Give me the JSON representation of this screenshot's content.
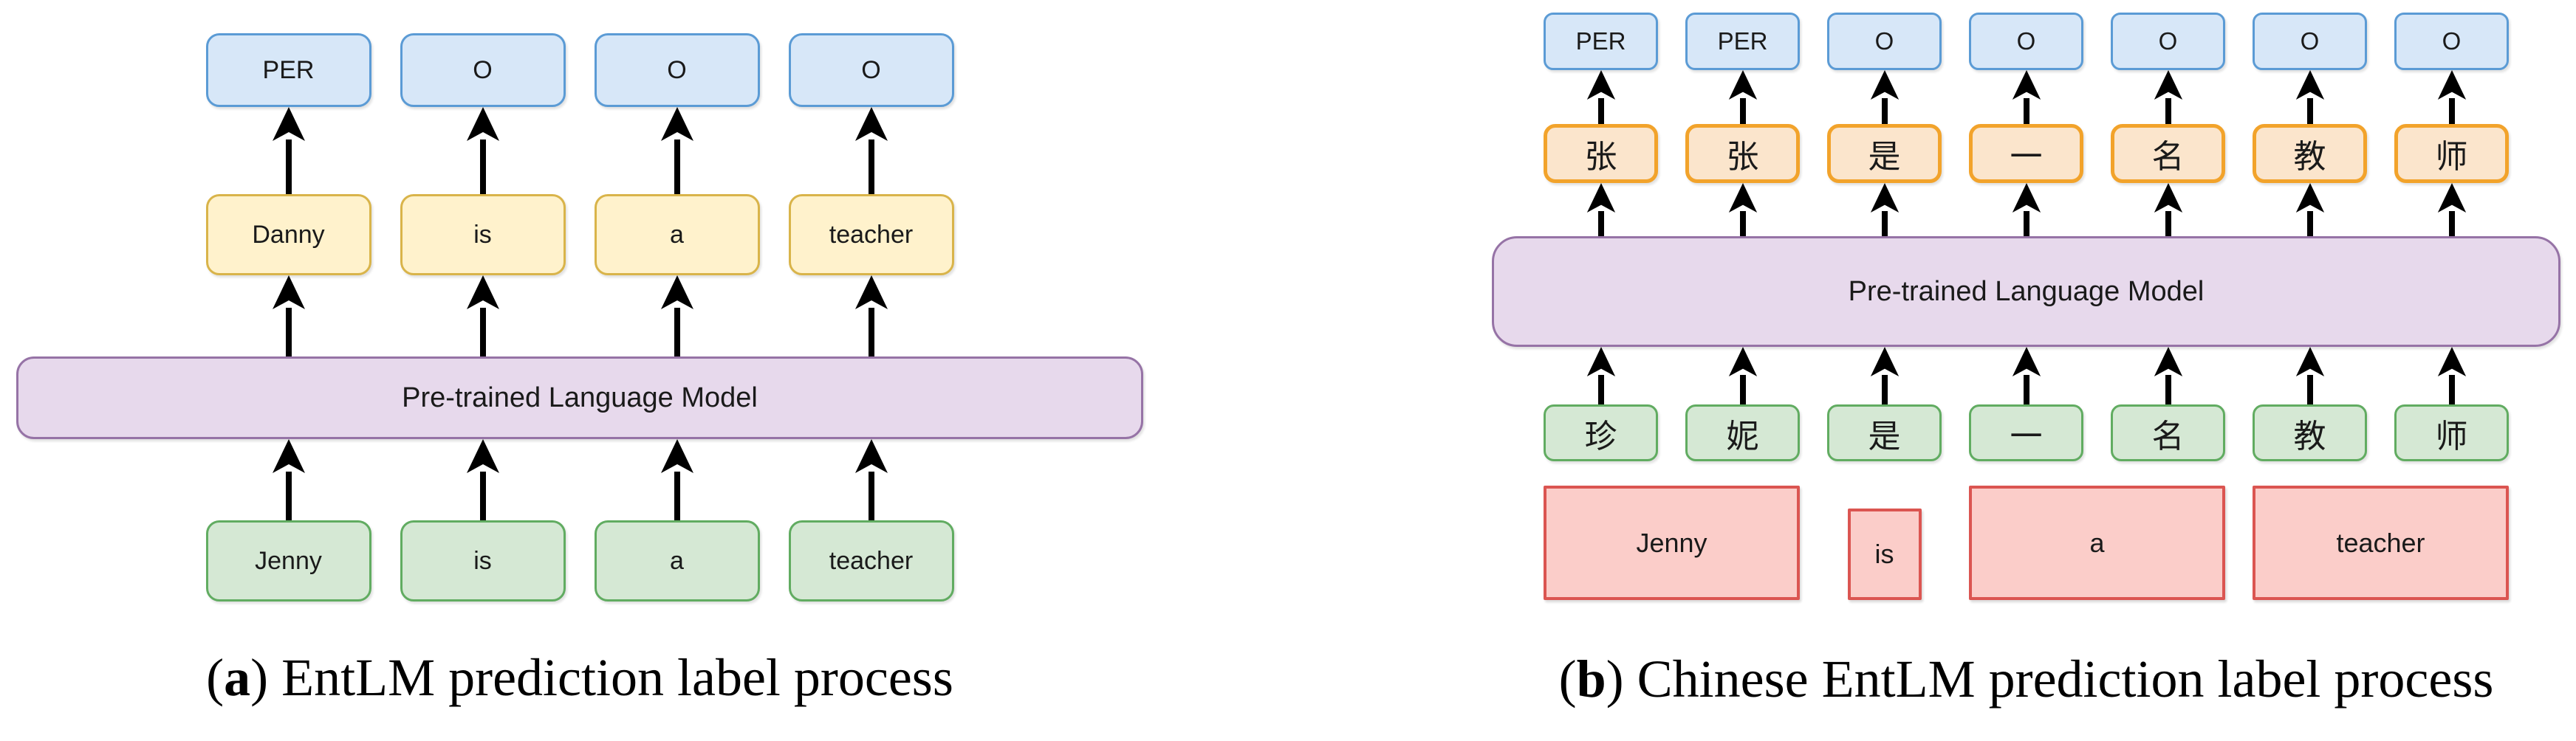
{
  "figure_a": {
    "labels": [
      "PER",
      "O",
      "O",
      "O"
    ],
    "tokens": [
      "Danny",
      "is",
      "a",
      "teacher"
    ],
    "model": "Pre-trained Language Model",
    "inputs": [
      "Jenny",
      "is",
      "a",
      "teacher"
    ],
    "caption": {
      "open": "(",
      "letter": "a",
      "close": ") ",
      "text": "EntLM prediction label process"
    }
  },
  "figure_b": {
    "labels": [
      "PER",
      "PER",
      "O",
      "O",
      "O",
      "O",
      "O"
    ],
    "tokens": [
      "张",
      "张",
      "是",
      "一",
      "名",
      "教",
      "师"
    ],
    "model": "Pre-trained Language Model",
    "inputs": [
      "珍",
      "妮",
      "是",
      "一",
      "名",
      "教",
      "师"
    ],
    "source_tokens": [
      "Jenny",
      "is",
      "a",
      "teacher"
    ],
    "caption": {
      "open": "(",
      "letter": "b",
      "close": ") ",
      "text": "Chinese EntLM prediction label process"
    }
  },
  "colors": {
    "label_fill": "#D7E7F8",
    "label_border": "#5B9BD5",
    "token_a_fill": "#FFF2CC",
    "token_a_border": "#D9B44A",
    "token_b_fill": "#FBE5CC",
    "token_b_border": "#F2A32B",
    "model_fill": "#E7D9EC",
    "model_border": "#9673A6",
    "input_fill": "#D5E8D4",
    "input_border": "#61AC61",
    "source_fill": "#FBCDC9",
    "source_border": "#DB5551",
    "arrow": "#000000"
  }
}
